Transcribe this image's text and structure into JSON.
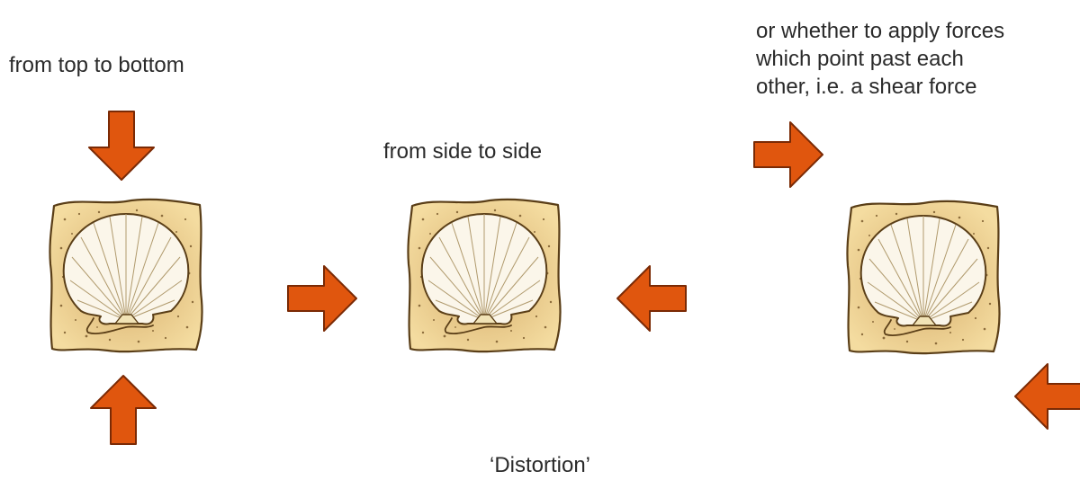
{
  "labels": {
    "top_to_bottom": "from top to bottom",
    "side_to_side": "from side to side",
    "shear": [
      "or whether to apply forces",
      "which point past each",
      "other, i.e. a shear force"
    ],
    "caption": "‘Distortion’"
  },
  "colors": {
    "arrow_fill": "#e0560e",
    "arrow_stroke": "#7a2a05",
    "sand_fill": "#f2d79a",
    "sand_stroke": "#5a3e17",
    "shell_fill": "#fbf6ea",
    "shell_rib": "#b09a6d",
    "text": "#2a2a2a"
  },
  "icons": {
    "arrow": "block-arrow-icon",
    "fossil": "scallop-shell-in-sand-icon"
  }
}
